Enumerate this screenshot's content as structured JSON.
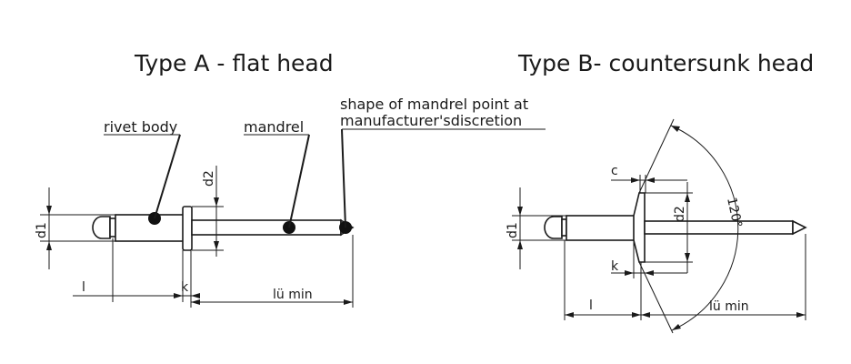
{
  "type_a": {
    "title": "Type A - flat head",
    "labels": {
      "rivet_body": "rivet body",
      "mandrel": "mandrel",
      "mandrel_point_line1": "shape of mandrel point at",
      "mandrel_point_line2": "manufacturer'sdiscretion"
    },
    "dimensions": {
      "d1": "d1",
      "d2": "d2",
      "l": "l",
      "k": "k",
      "lu_min": "lü min"
    }
  },
  "type_b": {
    "title": "Type B- countersunk head",
    "dimensions": {
      "c": "c",
      "d1": "d1",
      "d2": "d2",
      "l": "l",
      "k": "k",
      "lu_min": "lü min",
      "angle": "120°"
    }
  }
}
